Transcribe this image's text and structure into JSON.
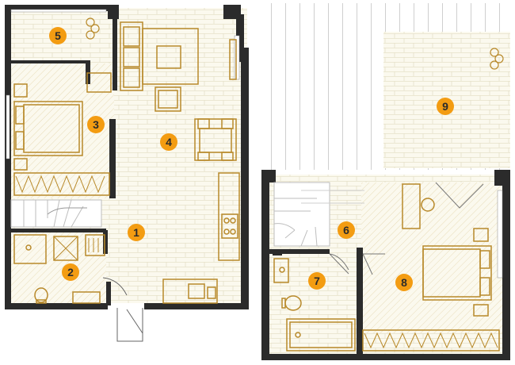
{
  "colors": {
    "wall": "#2b2b2b",
    "floor": "#fbf9ee",
    "furniture": "#b8892a",
    "badge": "#f39c12",
    "badge_text": "#2b2b2b",
    "terrace": "#ffffff",
    "line": "#cfcfcf"
  },
  "rooms": [
    {
      "id": "room-1",
      "number": "1"
    },
    {
      "id": "room-2",
      "number": "2"
    },
    {
      "id": "room-3",
      "number": "3"
    },
    {
      "id": "room-4",
      "number": "4"
    },
    {
      "id": "room-5",
      "number": "5"
    },
    {
      "id": "room-6",
      "number": "6"
    },
    {
      "id": "room-7",
      "number": "7"
    },
    {
      "id": "room-8",
      "number": "8"
    },
    {
      "id": "room-9",
      "number": "9"
    }
  ]
}
